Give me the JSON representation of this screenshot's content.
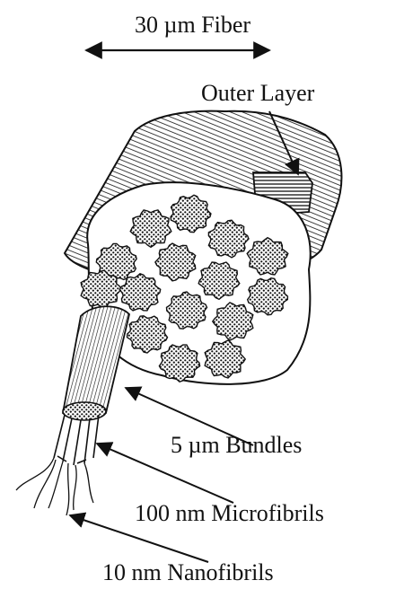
{
  "labels": {
    "fiber": "30 µm Fiber",
    "outer_layer": "Outer Layer",
    "bundles": "5 µm Bundles",
    "microfibrils": "100 nm Microfibrils",
    "nanofibrils": "10 nm Nanofibrils"
  },
  "colors": {
    "ink": "#111111",
    "background": "#ffffff"
  }
}
